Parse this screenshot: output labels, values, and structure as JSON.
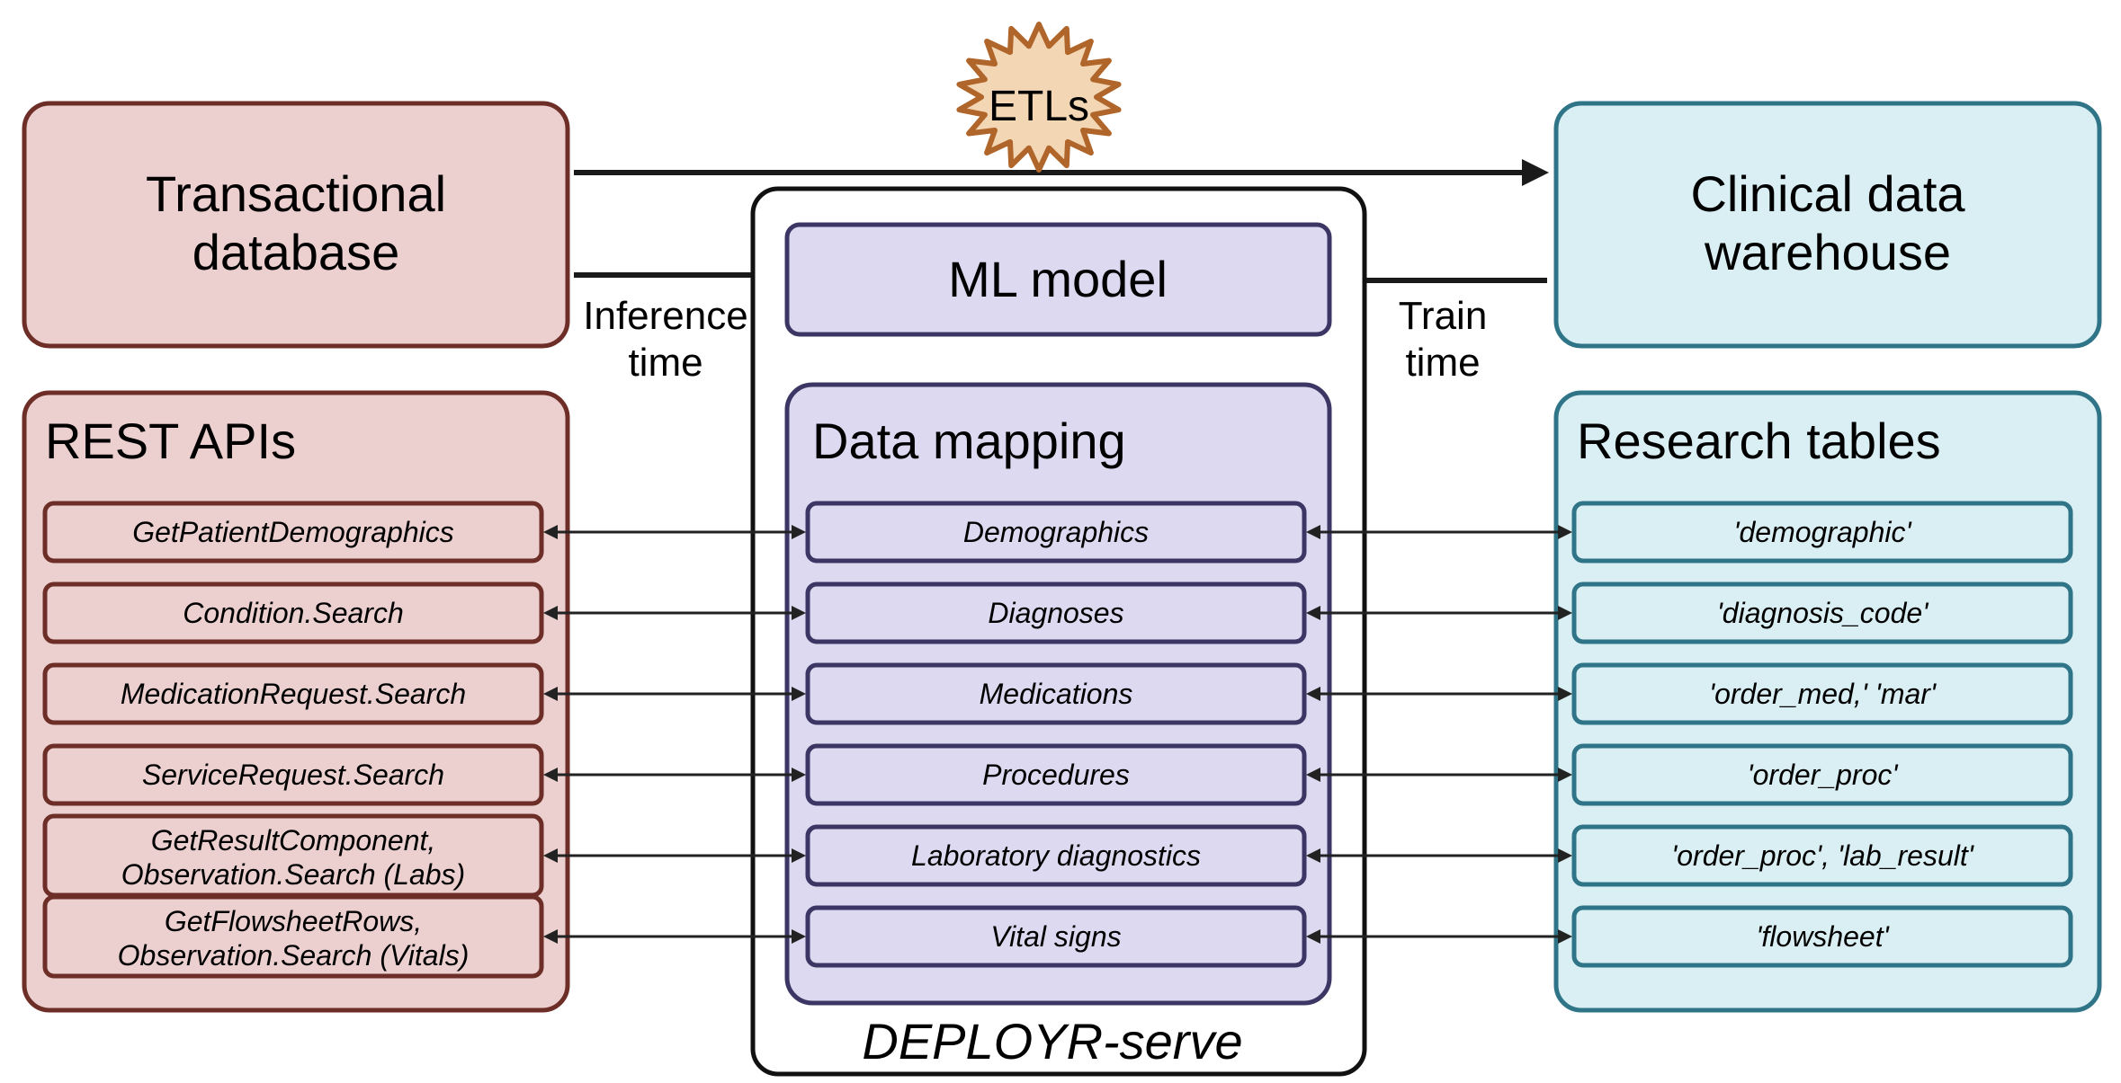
{
  "etl_label": "ETLs",
  "transactional_db": {
    "line1": "Transactional",
    "line2": "database"
  },
  "clinical_dw": {
    "line1": "Clinical data",
    "line2": "warehouse"
  },
  "inference_time": {
    "line1": "Inference",
    "line2": "time"
  },
  "train_time": {
    "line1": "Train",
    "line2": "time"
  },
  "ml_model": "ML model",
  "data_mapping": {
    "title": "Data mapping",
    "items": [
      "Demographics",
      "Diagnoses",
      "Medications",
      "Procedures",
      "Laboratory diagnostics",
      "Vital signs"
    ]
  },
  "rest_apis": {
    "title": "REST APIs",
    "items": [
      {
        "line1": "GetPatientDemographics",
        "line2": ""
      },
      {
        "line1": "Condition.Search",
        "line2": ""
      },
      {
        "line1": "MedicationRequest.Search",
        "line2": ""
      },
      {
        "line1": "ServiceRequest.Search",
        "line2": ""
      },
      {
        "line1": "GetResultComponent,",
        "line2": "Observation.Search (Labs)"
      },
      {
        "line1": "GetFlowsheetRows,",
        "line2": "Observation.Search (Vitals)"
      }
    ]
  },
  "research_tables": {
    "title": "Research tables",
    "items": [
      "'demographic'",
      "'diagnosis_code'",
      "'order_med,' 'mar'",
      "'order_proc'",
      "'order_proc', 'lab_result'",
      "'flowsheet'"
    ]
  },
  "deployr_label": "DEPLOYR-serve",
  "colors": {
    "red_fill": "#ecd0cf",
    "red_stroke": "#6e2e28",
    "purple_fill": "#dcd9f1",
    "purple_stroke": "#3b3663",
    "blue_fill": "#d9eff4",
    "blue_stroke": "#2f7587",
    "star_fill": "#f3d7b5",
    "star_stroke": "#b0652a"
  }
}
